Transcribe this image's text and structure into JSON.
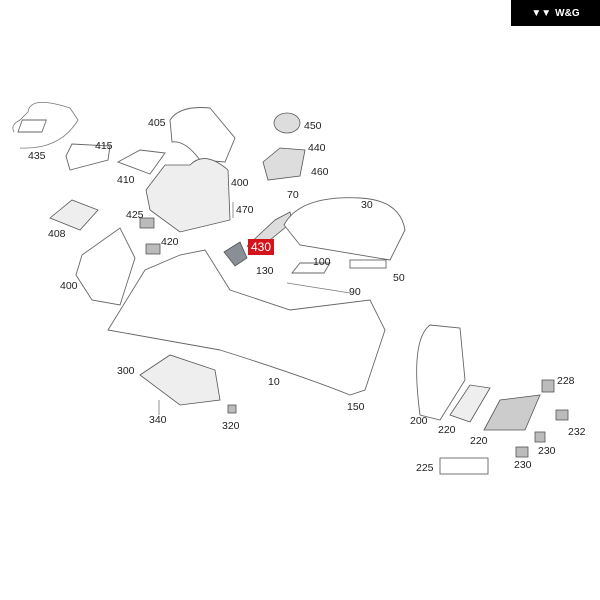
{
  "brand": {
    "logo_text": "W&G",
    "logo_mark": "wing-mark"
  },
  "highlight_color": "#d4141c",
  "labels": [
    "435",
    "415",
    "405",
    "450",
    "440",
    "460",
    "410",
    "400",
    "470",
    "70",
    "30",
    "425",
    "408",
    "420",
    "430",
    "130",
    "100",
    "50",
    "400",
    "90",
    "300",
    "10",
    "150",
    "340",
    "320",
    "200",
    "228",
    "220",
    "220",
    "232",
    "230",
    "230",
    "225"
  ]
}
